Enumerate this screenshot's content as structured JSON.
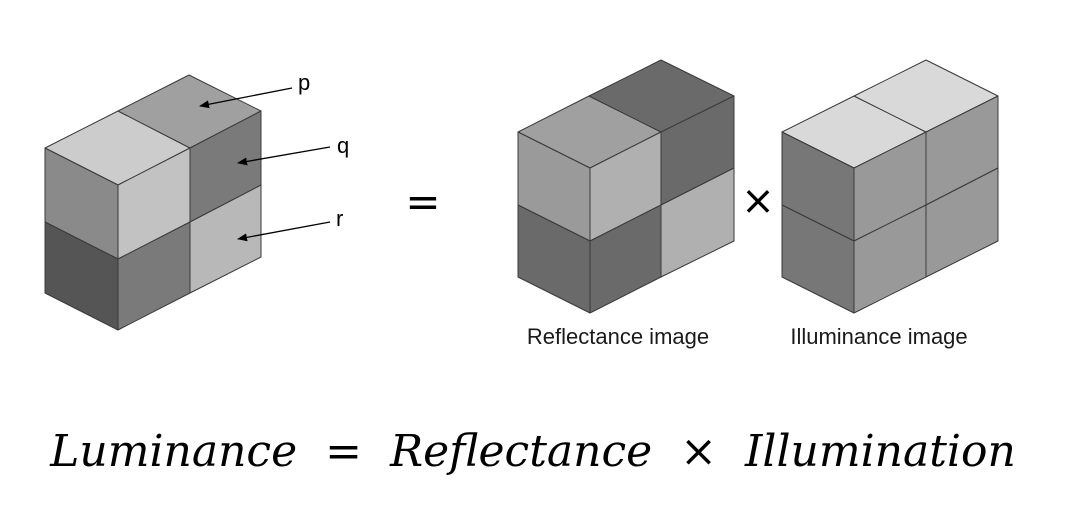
{
  "labels": {
    "p": "p",
    "q": "q",
    "r": "r"
  },
  "operators": {
    "equals": "=",
    "times": "×"
  },
  "captions": {
    "reflectance": "Reflectance image",
    "illuminance": "Illuminance image"
  },
  "equation": {
    "lhs": "Luminance",
    "eq": "=",
    "term1": "Reflectance",
    "times": "×",
    "term2": "Illumination"
  },
  "colors": {
    "stroke": "#3a3a3a",
    "lum_top_left": "#cccccc",
    "lum_top_right": "#a0a0a0",
    "lum_left_upper": "#8a8a8a",
    "lum_left_lower": "#555555",
    "lum_front_tl": "#c2c2c2",
    "lum_front_tr": "#7a7a7a",
    "lum_front_bl": "#7a7a7a",
    "lum_front_br": "#b8b8b8",
    "refl_top_left": "#a0a0a0",
    "refl_top_right": "#6a6a6a",
    "refl_left_upper": "#9a9a9a",
    "refl_left_lower": "#6a6a6a",
    "refl_front_tl": "#b0b0b0",
    "refl_front_tr": "#6a6a6a",
    "refl_front_bl": "#6a6a6a",
    "refl_front_br": "#b0b0b0",
    "illum_top": "#d9d9d9",
    "illum_left": "#777777",
    "illum_front": "#999999"
  }
}
